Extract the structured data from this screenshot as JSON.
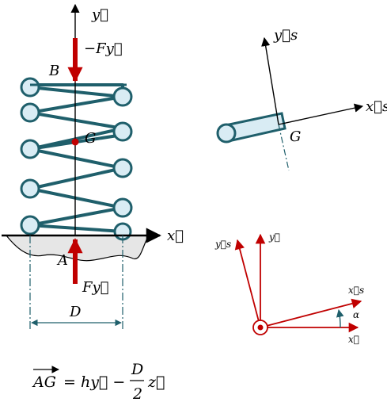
{
  "colors": {
    "spring": "#1f5f6b",
    "spring_fill": "#d9ecf4",
    "force": "#c00000",
    "axis": "#000000",
    "dim": "#1f5f6b",
    "ground": "#e6e6e6"
  },
  "labels": {
    "y_axis": "y⃗",
    "x_axis": "x⃗",
    "point_B": "B",
    "point_G": "G",
    "point_A": "A",
    "force_top": "−Fy⃗",
    "force_bottom": "Fy⃗",
    "dimension_D": "D"
  },
  "detail": {
    "ys": "y⃗s",
    "xs": "x⃗s",
    "G": "G"
  },
  "frame": {
    "ys": "y⃗s",
    "y": "y⃗",
    "xs": "x⃗s",
    "x": "x⃗",
    "alpha": "α"
  },
  "formula": {
    "lhs": "AG",
    "eq": "= hy⃗ −",
    "num": "D",
    "den": "2",
    "z": "z⃗"
  }
}
